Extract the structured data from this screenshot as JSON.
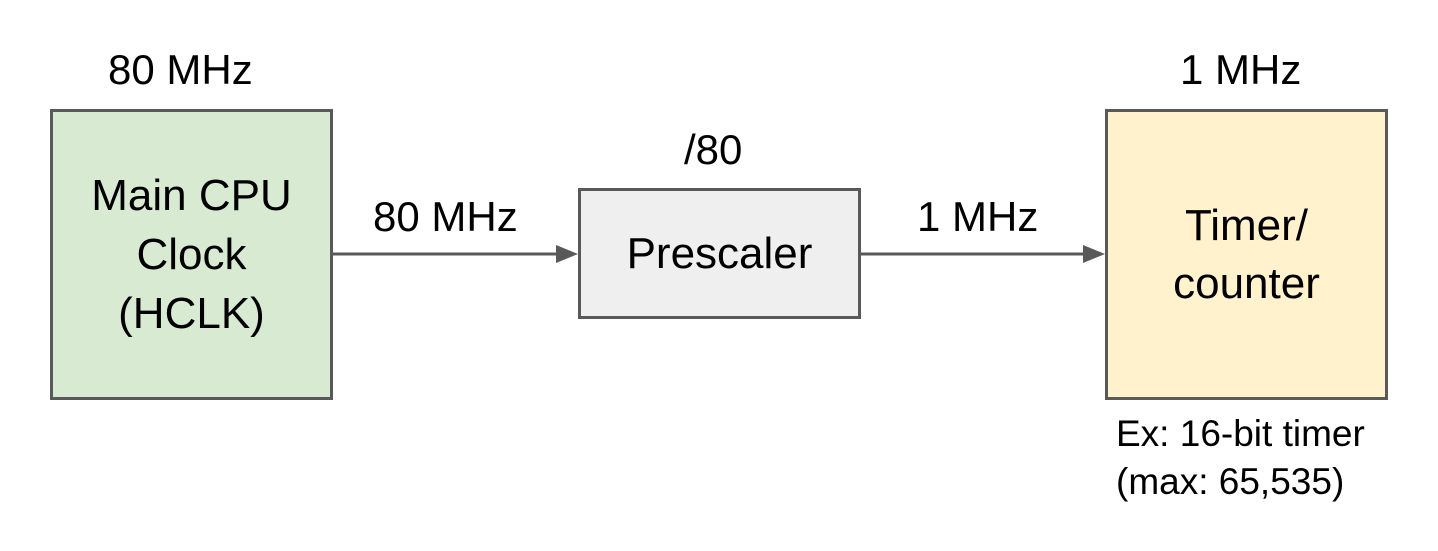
{
  "title": "",
  "nodes": {
    "cpu_clock": {
      "label": "Main CPU\nClock\n(HCLK)",
      "frequency": "80 MHz",
      "fill": "#d9ead3"
    },
    "prescaler": {
      "label": "Prescaler",
      "divider": "/80",
      "fill": "#efefef"
    },
    "timer": {
      "label": "Timer/\ncounter",
      "frequency": "1 MHz",
      "fill": "#fff2cc",
      "note_line1": "Ex: 16-bit timer",
      "note_line2": "(max: 65,535)"
    }
  },
  "edges": [
    {
      "from": "cpu_clock",
      "to": "prescaler",
      "label": "80 MHz"
    },
    {
      "from": "prescaler",
      "to": "timer",
      "label": "1 MHz"
    }
  ],
  "colors": {
    "border": "#595959",
    "arrow": "#595959",
    "text": "#000000"
  }
}
